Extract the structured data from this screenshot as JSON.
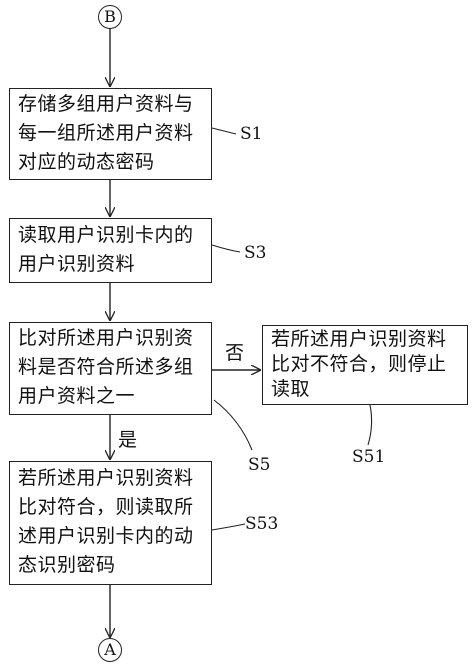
{
  "connectors": {
    "top": "B",
    "bottom": "A"
  },
  "steps": {
    "s1": {
      "lines": [
        "存储多组用户资料与",
        "每一组所述用户资料",
        "对应的动态密码"
      ],
      "label": "S1"
    },
    "s3": {
      "lines": [
        "读取用户识别卡内的",
        "用户识别资料"
      ],
      "label": "S3"
    },
    "s5": {
      "lines": [
        "比对所述用户识别资",
        "料是否符合所述多组",
        "用户资料之一"
      ],
      "label": "S5"
    },
    "s51": {
      "lines": [
        "若所述用户识别资料",
        "比对不符合，则停止",
        "读取"
      ],
      "label": "S51"
    },
    "s53": {
      "lines": [
        "若所述用户识别资料",
        "比对符合，则读取所",
        "述用户识别卡内的动",
        "态识别密码"
      ],
      "label": "S53"
    }
  },
  "branches": {
    "no": "否",
    "yes": "是"
  }
}
